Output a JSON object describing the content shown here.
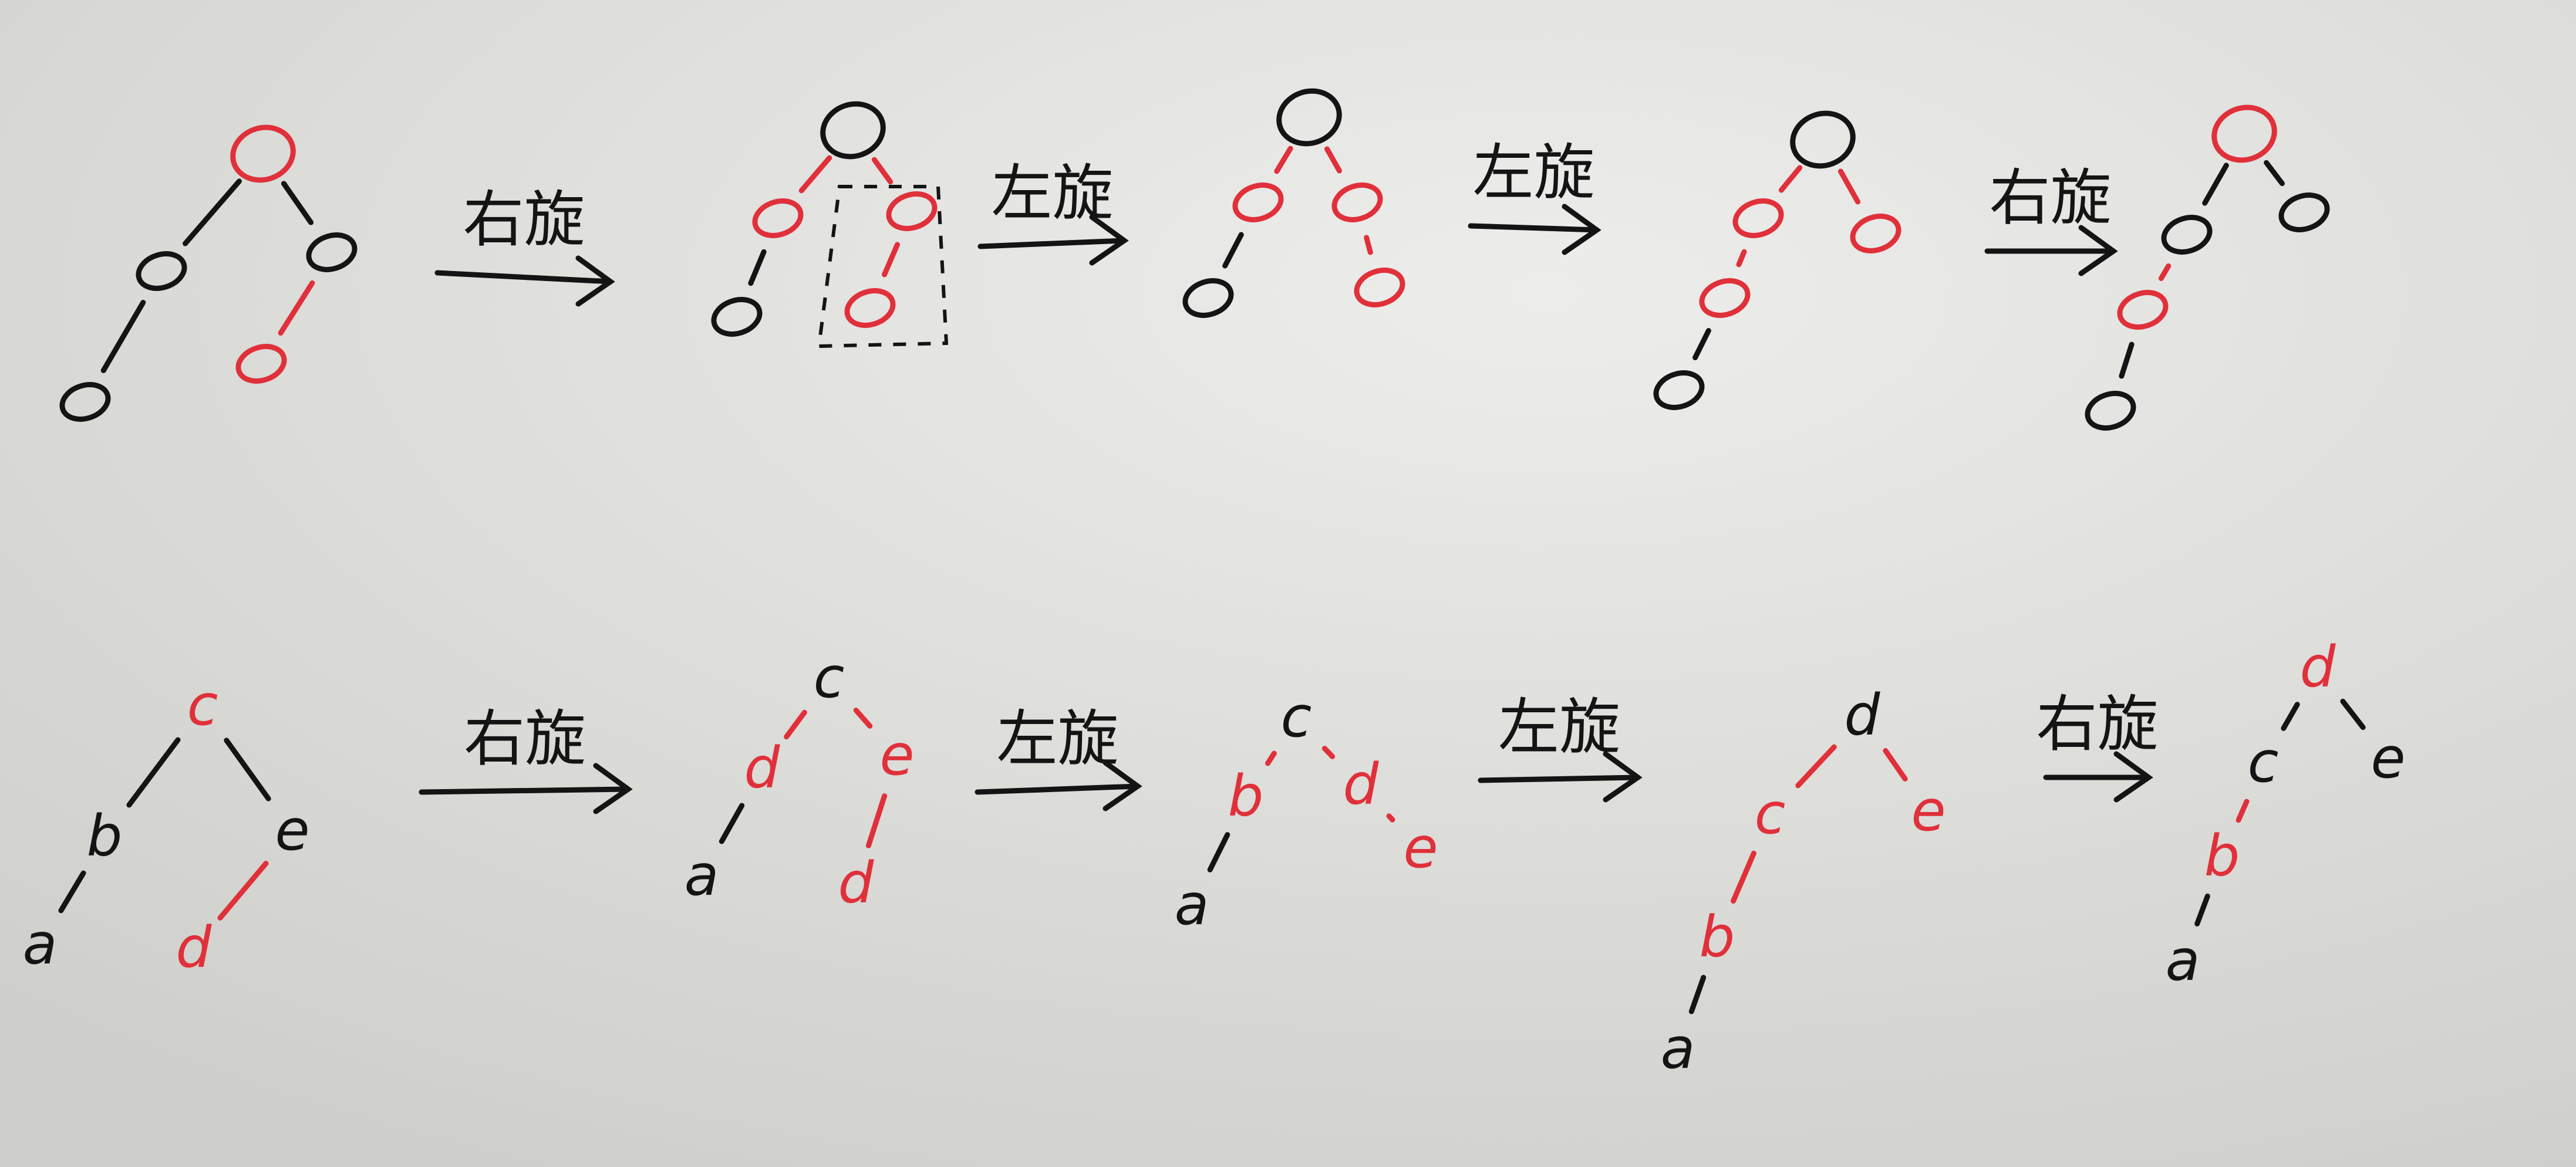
{
  "colors": {
    "black": "#141414",
    "red": "#e0303a",
    "paper": "#e6e6e3"
  },
  "arrow_labels": {
    "top": [
      "右旋",
      "左旋",
      "左旋",
      "右旋"
    ],
    "bottom": [
      "右旋",
      "左旋",
      "左旋",
      "右旋"
    ]
  },
  "diagrams": {
    "top": [
      {
        "nodes": [
          {
            "id": "r",
            "color": "red"
          },
          {
            "id": "l",
            "color": "black"
          },
          {
            "id": "ll",
            "color": "black"
          },
          {
            "id": "rr",
            "color": "black"
          },
          {
            "id": "rrl",
            "color": "red"
          }
        ],
        "edges": [
          [
            "r",
            "l",
            "black"
          ],
          [
            "l",
            "ll",
            "black"
          ],
          [
            "r",
            "rr",
            "black"
          ],
          [
            "rr",
            "rrl",
            "red"
          ]
        ]
      },
      {
        "nodes": [
          {
            "id": "r",
            "color": "black"
          },
          {
            "id": "l",
            "color": "red"
          },
          {
            "id": "ll",
            "color": "black"
          },
          {
            "id": "rr",
            "color": "red"
          },
          {
            "id": "rrl",
            "color": "red"
          }
        ],
        "edges": [
          [
            "r",
            "l",
            "red"
          ],
          [
            "l",
            "ll",
            "black"
          ],
          [
            "r",
            "rr",
            "red"
          ],
          [
            "rr",
            "rrl",
            "red"
          ]
        ],
        "dashed_box": true
      },
      {
        "nodes": [
          {
            "id": "r",
            "color": "black"
          },
          {
            "id": "l",
            "color": "red"
          },
          {
            "id": "ll",
            "color": "black"
          },
          {
            "id": "rr",
            "color": "red"
          },
          {
            "id": "rrr",
            "color": "red"
          }
        ],
        "edges": [
          [
            "r",
            "l",
            "red"
          ],
          [
            "l",
            "ll",
            "black"
          ],
          [
            "r",
            "rr",
            "red"
          ],
          [
            "rr",
            "rrr",
            "red"
          ]
        ]
      },
      {
        "nodes": [
          {
            "id": "r",
            "color": "black"
          },
          {
            "id": "l",
            "color": "red"
          },
          {
            "id": "ll",
            "color": "red"
          },
          {
            "id": "lll",
            "color": "black"
          },
          {
            "id": "rr",
            "color": "red"
          }
        ],
        "edges": [
          [
            "r",
            "l",
            "red"
          ],
          [
            "l",
            "ll",
            "red"
          ],
          [
            "ll",
            "lll",
            "black"
          ],
          [
            "r",
            "rr",
            "red"
          ]
        ]
      },
      {
        "nodes": [
          {
            "id": "r",
            "color": "red"
          },
          {
            "id": "l",
            "color": "black"
          },
          {
            "id": "ll",
            "color": "red"
          },
          {
            "id": "lll",
            "color": "black"
          },
          {
            "id": "rr",
            "color": "black"
          }
        ],
        "edges": [
          [
            "r",
            "l",
            "black"
          ],
          [
            "l",
            "ll",
            "red"
          ],
          [
            "ll",
            "lll",
            "black"
          ],
          [
            "r",
            "rr",
            "black"
          ]
        ]
      }
    ],
    "bottom": [
      {
        "nodes": [
          {
            "id": "c",
            "label": "c",
            "color": "red"
          },
          {
            "id": "b",
            "label": "b",
            "color": "black"
          },
          {
            "id": "a",
            "label": "a",
            "color": "black"
          },
          {
            "id": "e",
            "label": "e",
            "color": "black"
          },
          {
            "id": "d",
            "label": "d",
            "color": "red"
          }
        ],
        "edges": [
          [
            "c",
            "b",
            "black"
          ],
          [
            "b",
            "a",
            "black"
          ],
          [
            "c",
            "e",
            "black"
          ],
          [
            "e",
            "d",
            "red"
          ]
        ]
      },
      {
        "nodes": [
          {
            "id": "c",
            "label": "c",
            "color": "black"
          },
          {
            "id": "d1",
            "label": "d",
            "color": "red"
          },
          {
            "id": "a",
            "label": "a",
            "color": "black"
          },
          {
            "id": "e",
            "label": "e",
            "color": "red"
          },
          {
            "id": "d2",
            "label": "d",
            "color": "red"
          }
        ],
        "edges": [
          [
            "c",
            "d1",
            "red"
          ],
          [
            "d1",
            "a",
            "black"
          ],
          [
            "c",
            "e",
            "red"
          ],
          [
            "e",
            "d2",
            "red"
          ]
        ]
      },
      {
        "nodes": [
          {
            "id": "c",
            "label": "c",
            "color": "black"
          },
          {
            "id": "b",
            "label": "b",
            "color": "red"
          },
          {
            "id": "a",
            "label": "a",
            "color": "black"
          },
          {
            "id": "d",
            "label": "d",
            "color": "red"
          },
          {
            "id": "e",
            "label": "e",
            "color": "red"
          }
        ],
        "edges": [
          [
            "c",
            "b",
            "red"
          ],
          [
            "b",
            "a",
            "black"
          ],
          [
            "c",
            "d",
            "red"
          ],
          [
            "d",
            "e",
            "red"
          ]
        ]
      },
      {
        "nodes": [
          {
            "id": "d",
            "label": "d",
            "color": "black"
          },
          {
            "id": "c",
            "label": "c",
            "color": "red"
          },
          {
            "id": "b",
            "label": "b",
            "color": "red"
          },
          {
            "id": "a",
            "label": "a",
            "color": "black"
          },
          {
            "id": "e",
            "label": "e",
            "color": "red"
          }
        ],
        "edges": [
          [
            "d",
            "c",
            "red"
          ],
          [
            "c",
            "b",
            "red"
          ],
          [
            "b",
            "a",
            "black"
          ],
          [
            "d",
            "e",
            "red"
          ]
        ]
      },
      {
        "nodes": [
          {
            "id": "d",
            "label": "d",
            "color": "red"
          },
          {
            "id": "c",
            "label": "c",
            "color": "black"
          },
          {
            "id": "b",
            "label": "b",
            "color": "red"
          },
          {
            "id": "a",
            "label": "a",
            "color": "black"
          },
          {
            "id": "e",
            "label": "e",
            "color": "black"
          }
        ],
        "edges": [
          [
            "d",
            "c",
            "black"
          ],
          [
            "c",
            "b",
            "red"
          ],
          [
            "b",
            "a",
            "black"
          ],
          [
            "d",
            "e",
            "black"
          ]
        ]
      }
    ]
  }
}
